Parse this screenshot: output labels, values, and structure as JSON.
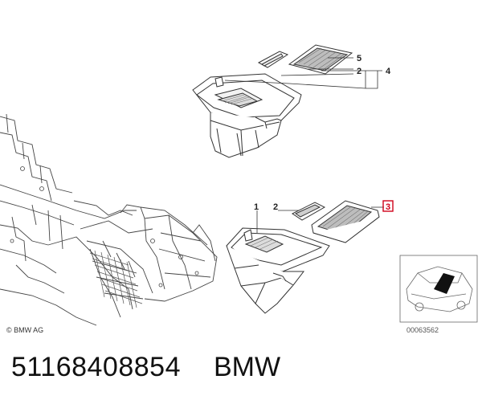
{
  "callouts": {
    "c5": "5",
    "c2_top": "2",
    "c4": "4",
    "c1": "1",
    "c2_bottom": "2",
    "c3": "3"
  },
  "copyright": "© BMW AG",
  "image_number": "00063562",
  "part_number": "51168408854",
  "brand": "BMW",
  "highlight_color": "#d0021b"
}
